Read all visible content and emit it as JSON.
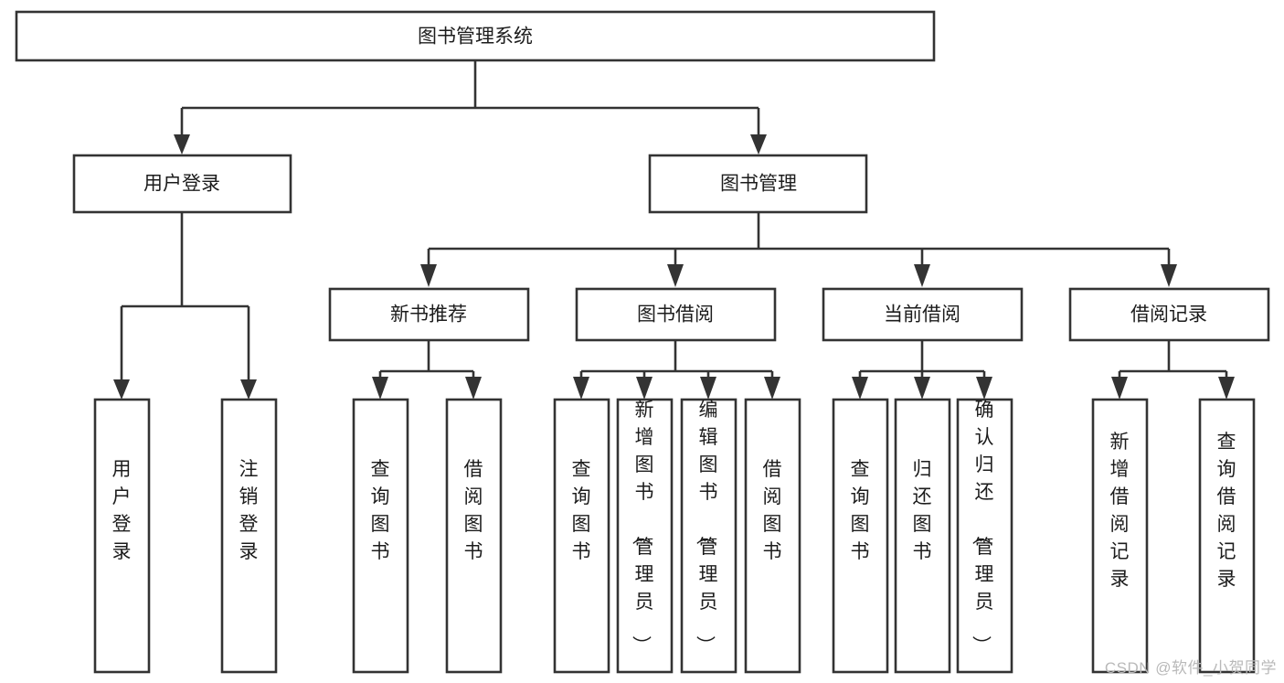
{
  "diagram": {
    "type": "tree",
    "orientation": "top-down",
    "title": "图书管理系统",
    "colors": {
      "box_fill": "#ffffff",
      "box_stroke": "#333333",
      "text": "#1c1c1c",
      "watermark": "#b9b9b9"
    },
    "root": {
      "id": "root",
      "label": "图书管理系统",
      "orientation": "horizontal"
    },
    "level2": [
      {
        "id": "user-login",
        "label": "用户登录",
        "orientation": "horizontal"
      },
      {
        "id": "book-management",
        "label": "图书管理",
        "orientation": "horizontal"
      }
    ],
    "level3": [
      {
        "id": "new-book-recommend",
        "label": "新书推荐",
        "orientation": "horizontal",
        "parent": "book-management"
      },
      {
        "id": "book-borrow",
        "label": "图书借阅",
        "orientation": "horizontal",
        "parent": "book-management"
      },
      {
        "id": "current-borrow",
        "label": "当前借阅",
        "orientation": "horizontal",
        "parent": "book-management"
      },
      {
        "id": "borrow-record",
        "label": "借阅记录",
        "orientation": "horizontal",
        "parent": "book-management"
      }
    ],
    "leaves": [
      {
        "id": "leaf-user-login",
        "label": "用户登录",
        "orientation": "vertical",
        "parent": "user-login"
      },
      {
        "id": "leaf-user-logout",
        "label": "注销登录",
        "orientation": "vertical",
        "parent": "user-login"
      },
      {
        "id": "leaf-query-book-1",
        "label": "查询图书",
        "orientation": "vertical",
        "parent": "new-book-recommend"
      },
      {
        "id": "leaf-borrow-book-1",
        "label": "借阅图书",
        "orientation": "vertical",
        "parent": "new-book-recommend"
      },
      {
        "id": "leaf-query-book-2",
        "label": "查询图书",
        "orientation": "vertical",
        "parent": "book-borrow"
      },
      {
        "id": "leaf-add-book",
        "label": "新增图书（管理员）",
        "orientation": "vertical",
        "parent": "book-borrow"
      },
      {
        "id": "leaf-edit-book",
        "label": "编辑图书（管理员）",
        "orientation": "vertical",
        "parent": "book-borrow"
      },
      {
        "id": "leaf-borrow-book-2",
        "label": "借阅图书",
        "orientation": "vertical",
        "parent": "book-borrow"
      },
      {
        "id": "leaf-query-book-3",
        "label": "查询图书",
        "orientation": "vertical",
        "parent": "current-borrow"
      },
      {
        "id": "leaf-return-book",
        "label": "归还图书",
        "orientation": "vertical",
        "parent": "current-borrow"
      },
      {
        "id": "leaf-confirm-return",
        "label": "确认归还（管理员）",
        "orientation": "vertical",
        "parent": "current-borrow"
      },
      {
        "id": "leaf-add-record",
        "label": "新增借阅记录",
        "orientation": "vertical",
        "parent": "borrow-record"
      },
      {
        "id": "leaf-query-record",
        "label": "查询借阅记录",
        "orientation": "vertical",
        "parent": "borrow-record"
      }
    ],
    "watermark": "CSDN @软件_小贺同学"
  }
}
